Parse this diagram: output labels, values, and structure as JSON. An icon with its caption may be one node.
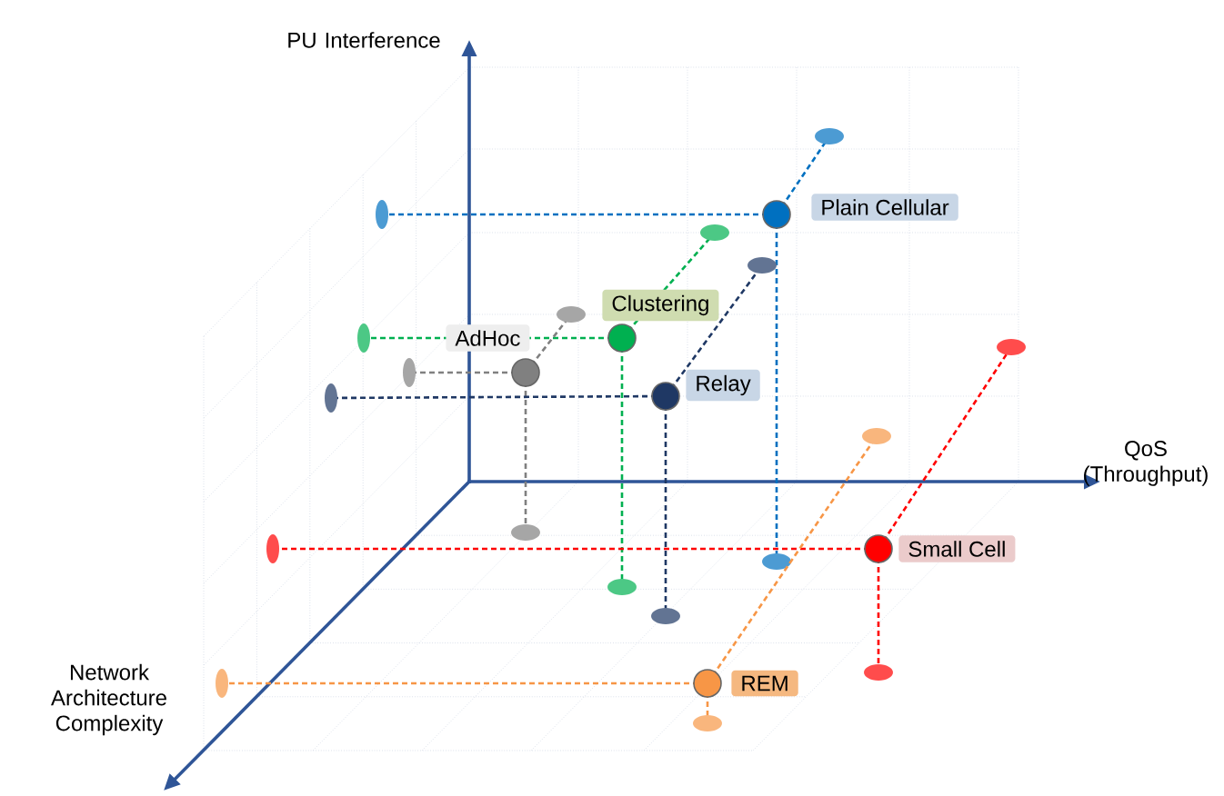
{
  "diagram": {
    "nodes": [
      {
        "text": [
          "Plain Cellular"
        ]
      },
      {
        "text": [
          "Clustering"
        ]
      },
      {
        "text": [
          "AdHoc"
        ]
      },
      {
        "text": [
          "Relay"
        ]
      },
      {
        "text": [
          "Small Cell"
        ]
      },
      {
        "text": [
          "REM"
        ]
      }
    ],
    "labels": [
      "PU Interference",
      "QoS (Throughput)",
      "Network Architecture Complexity"
    ]
  }
}
